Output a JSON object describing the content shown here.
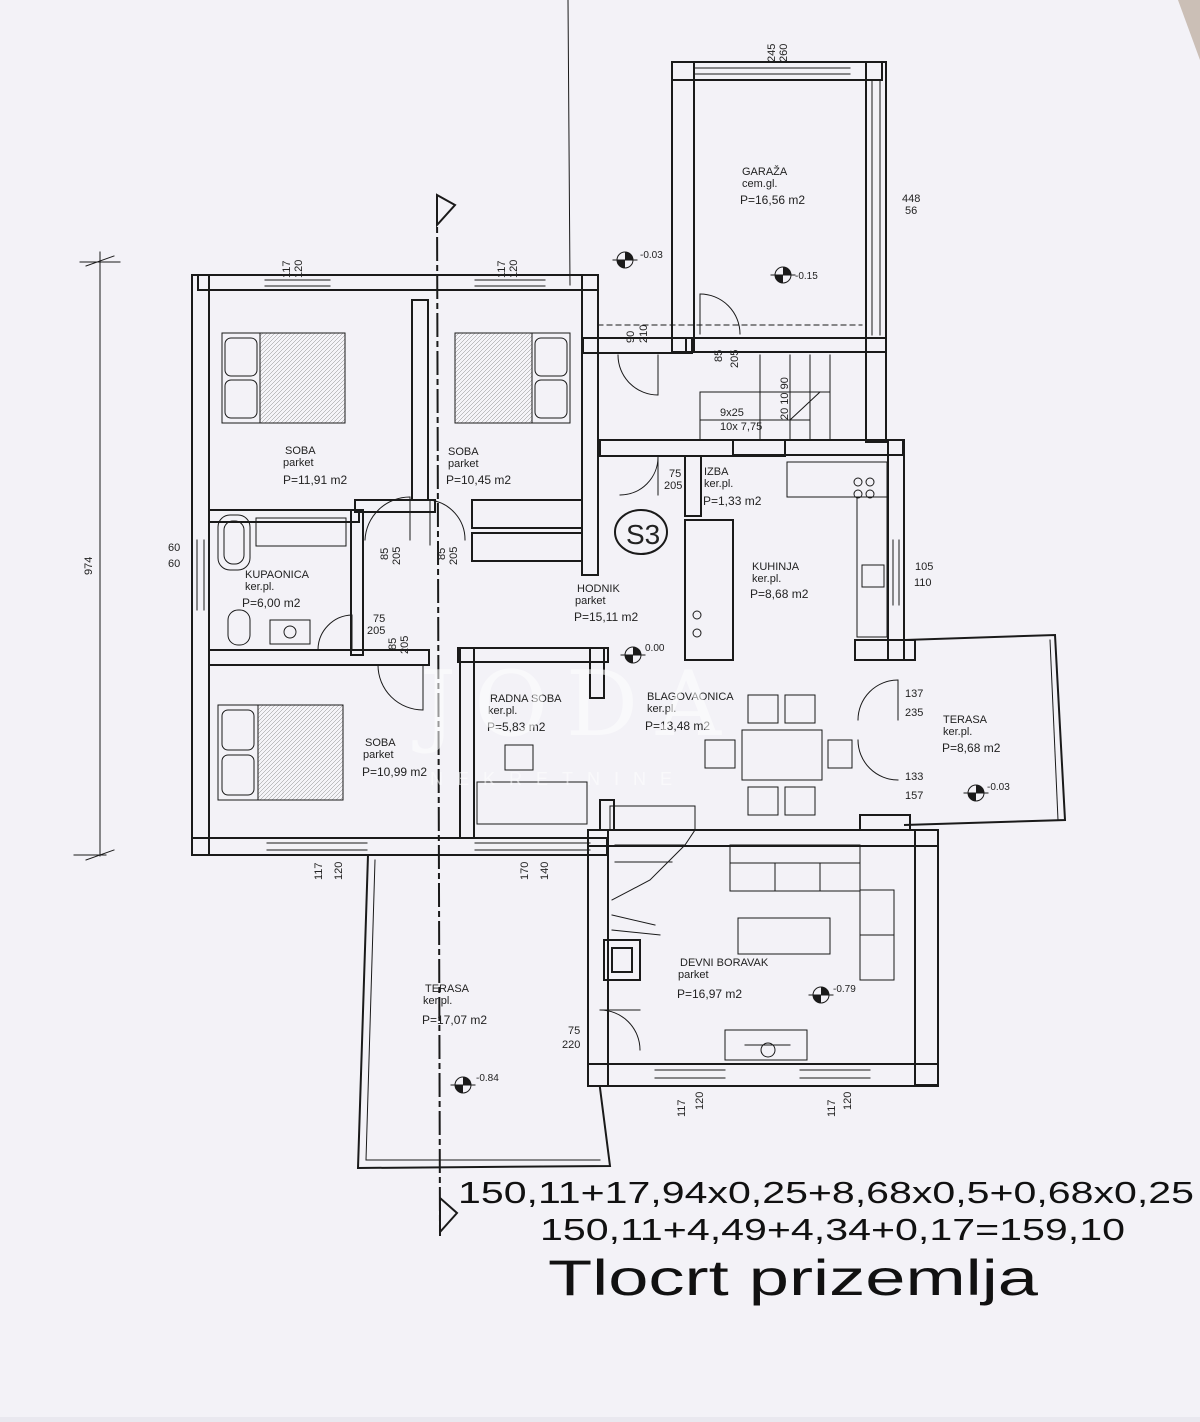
{
  "sheet": {
    "paper_color": "#f3f2f7",
    "ink_color": "#1a1a1a",
    "overall_dimension": "974",
    "section_marker": "S3",
    "watermark": {
      "logo": "JODA",
      "subtitle": "NEKRETNINE"
    }
  },
  "rooms": [
    {
      "name": "SOBA",
      "floor": "parket",
      "area": "P=11,91  m2"
    },
    {
      "name": "SOBA",
      "floor": "parket",
      "area": "P=10,45  m2"
    },
    {
      "name": "GARAŽA",
      "floor": "cem.gl.",
      "area": "P=16,56  m2"
    },
    {
      "name": "IZBA",
      "floor": "ker.pl.",
      "area": "P=1,33  m2"
    },
    {
      "name": "KUPAONICA",
      "floor": "ker.pl.",
      "area": "P=6,00  m2"
    },
    {
      "name": "HODNIK",
      "floor": "parket",
      "area": "P=15,11  m2"
    },
    {
      "name": "KUHINJA",
      "floor": "ker.pl.",
      "area": "P=8,68  m2"
    },
    {
      "name": "RADNA  SOBA",
      "floor": "ker.pl.",
      "area": "P=5,83  m2"
    },
    {
      "name": "BLAGOVAONICA",
      "floor": "ker.pl.",
      "area": "P=13,48  m2"
    },
    {
      "name": "SOBA",
      "floor": "parket",
      "area": "P=10,99  m2"
    },
    {
      "name": "TERASA",
      "floor": "ker.pl.",
      "area": "P=8,68  m2"
    },
    {
      "name": "TERASA",
      "floor": "ker.pl.",
      "area": "P=17,07  m2"
    },
    {
      "name": "DEVNI  BORAVAK",
      "floor": "parket",
      "area": "P=16,97  m2"
    }
  ],
  "dimensions": [
    {
      "top": "117",
      "bottom": "120"
    },
    {
      "top": "117",
      "bottom": "120"
    },
    {
      "top": "245",
      "bottom": "260"
    },
    {
      "top": "448",
      "bottom": "56"
    },
    {
      "top": "90",
      "bottom": "210"
    },
    {
      "top": "85",
      "bottom": "205"
    },
    {
      "top": "9x25",
      "bottom": "10x 7,75"
    },
    {
      "top": "75",
      "bottom": "205"
    },
    {
      "top": "60",
      "bottom": "60"
    },
    {
      "top": "85",
      "bottom": "205"
    },
    {
      "top": "85",
      "bottom": "205"
    },
    {
      "top": "75",
      "bottom": "205"
    },
    {
      "top": "85",
      "bottom": "205"
    },
    {
      "top": "105",
      "bottom": "110"
    },
    {
      "top": "137",
      "bottom": "235"
    },
    {
      "top": "133",
      "bottom": "157"
    },
    {
      "top": "117",
      "bottom": "120"
    },
    {
      "top": "170",
      "bottom": "140"
    },
    {
      "top": "75",
      "bottom": "220"
    },
    {
      "top": "117",
      "bottom": "120"
    },
    {
      "top": "117",
      "bottom": "120"
    }
  ],
  "levels": [
    "-0.03",
    "-0.15",
    "0.00",
    "-0.03",
    "-0.79",
    "-0.84"
  ],
  "stair_dims": "20 10 90",
  "calculation": {
    "line1": "150,11+17,94x0,25+8,68x0,5+0,68x0,25",
    "line2": "150,11+4,49+4,34+0,17=159,10"
  },
  "title": "Tlocrt prizemlja"
}
